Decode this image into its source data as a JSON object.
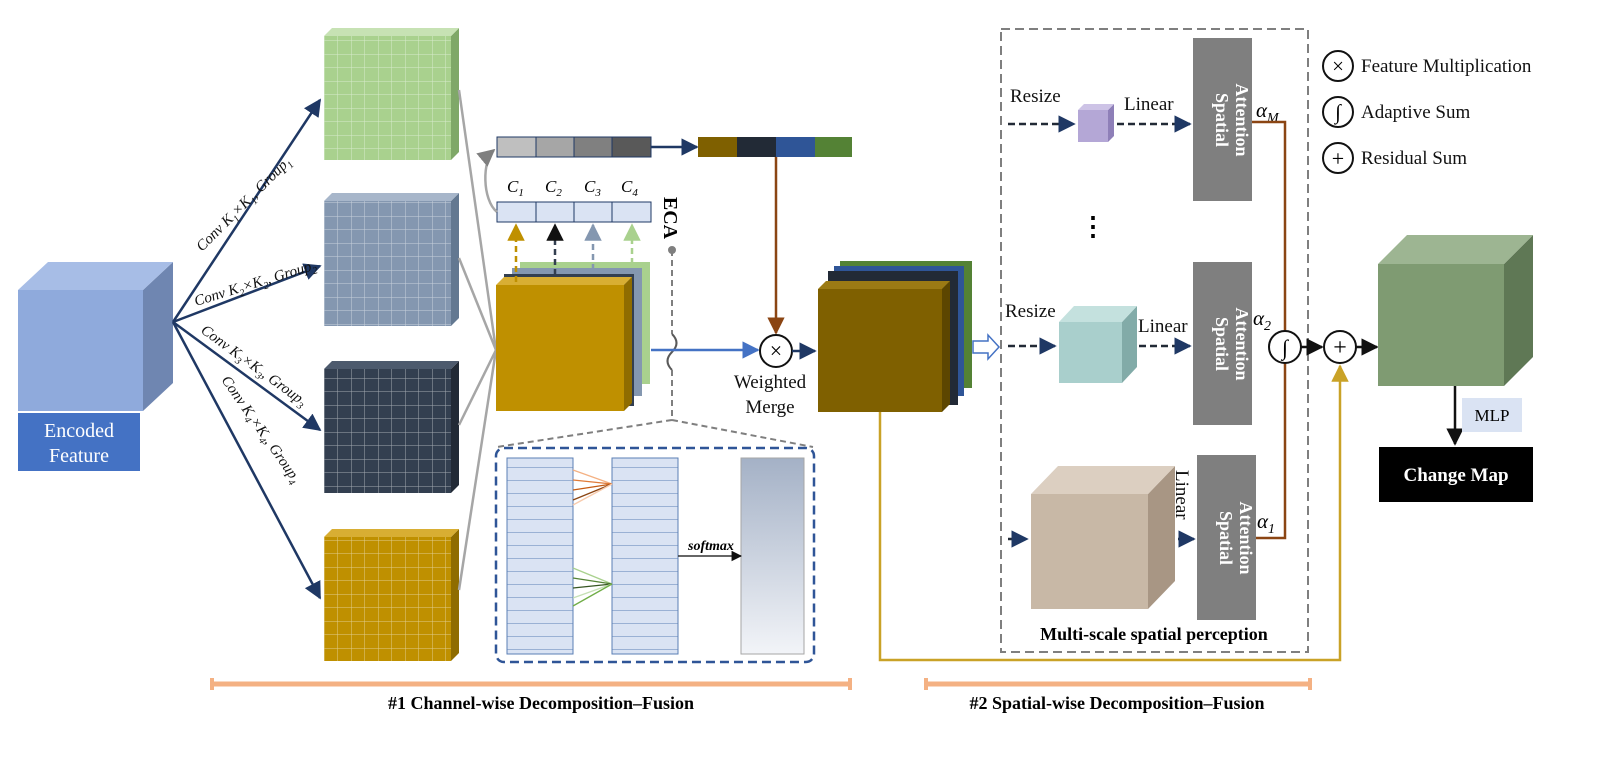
{
  "input": {
    "label_line1": "Encoded",
    "label_line2": "Feature"
  },
  "conv_branches": [
    {
      "base": "Conv K",
      "s1": "1",
      "mid": "×K",
      "s2": "1",
      "tail": ", Group",
      "s3": "1"
    },
    {
      "base": "Conv K",
      "s1": "2",
      "mid": "×K",
      "s2": "2",
      "tail": ", Group",
      "s3": "2"
    },
    {
      "base": "Conv K",
      "s1": "3",
      "mid": "×K",
      "s2": "3",
      "tail": ", Group",
      "s3": "3"
    },
    {
      "base": "Conv K",
      "s1": "4",
      "mid": "×K",
      "s2": "4",
      "tail": ", Group",
      "s3": "4"
    }
  ],
  "channel_labels": [
    {
      "main": "C",
      "sub": "1"
    },
    {
      "main": "C",
      "sub": "2"
    },
    {
      "main": "C",
      "sub": "3"
    },
    {
      "main": "C",
      "sub": "4"
    }
  ],
  "eca_label": "ECA",
  "softmax_label": "softmax",
  "merge": {
    "symbol": "×",
    "line1": "Weighted",
    "line2": "Merge"
  },
  "spatial_branches": {
    "resize": "Resize",
    "linear": "Linear",
    "spatial_attention_line1": "Spatial",
    "spatial_attention_line2": "Attention",
    "alphas": [
      {
        "main": "α",
        "sub": "M"
      },
      {
        "main": "α",
        "sub": "2"
      },
      {
        "main": "α",
        "sub": "1"
      }
    ],
    "ellipsis": "⋮",
    "box_title": "Multi-scale spatial perception"
  },
  "legend": [
    {
      "symbol": "×",
      "label": "Feature Multiplication"
    },
    {
      "symbol": "∫",
      "label": "Adaptive Sum"
    },
    {
      "symbol": "+",
      "label": "Residual Sum"
    }
  ],
  "adaptive_sum_symbol": "∫",
  "residual_sum_symbol": "+",
  "mlp_label": "MLP",
  "output_label": "Change Map",
  "sections": [
    {
      "label": "#1  Channel-wise Decomposition–Fusion"
    },
    {
      "label": "#2  Spatial-wise Decomposition–Fusion"
    }
  ],
  "colors": {
    "input_cube": "#8faadc",
    "branch1": "#a9d18e",
    "branch2": "#8497b0",
    "branch3": "#333f50",
    "branch4": "#bf9000",
    "merged": "#7f6000",
    "output_cube": "#7f9b72",
    "resize_small": "#b4a7d6",
    "resize_mid": "#a9cfcc",
    "resize_large": "#c8b8a6",
    "spatial_attention": "#7f7f7f",
    "alpha_line": "#8b4513",
    "residual_line": "#c9a227",
    "section_bar": "#f4b183",
    "dark_arrow": "#1f3864",
    "output_box": "#000000",
    "mlp_box": "#dae3f3"
  }
}
